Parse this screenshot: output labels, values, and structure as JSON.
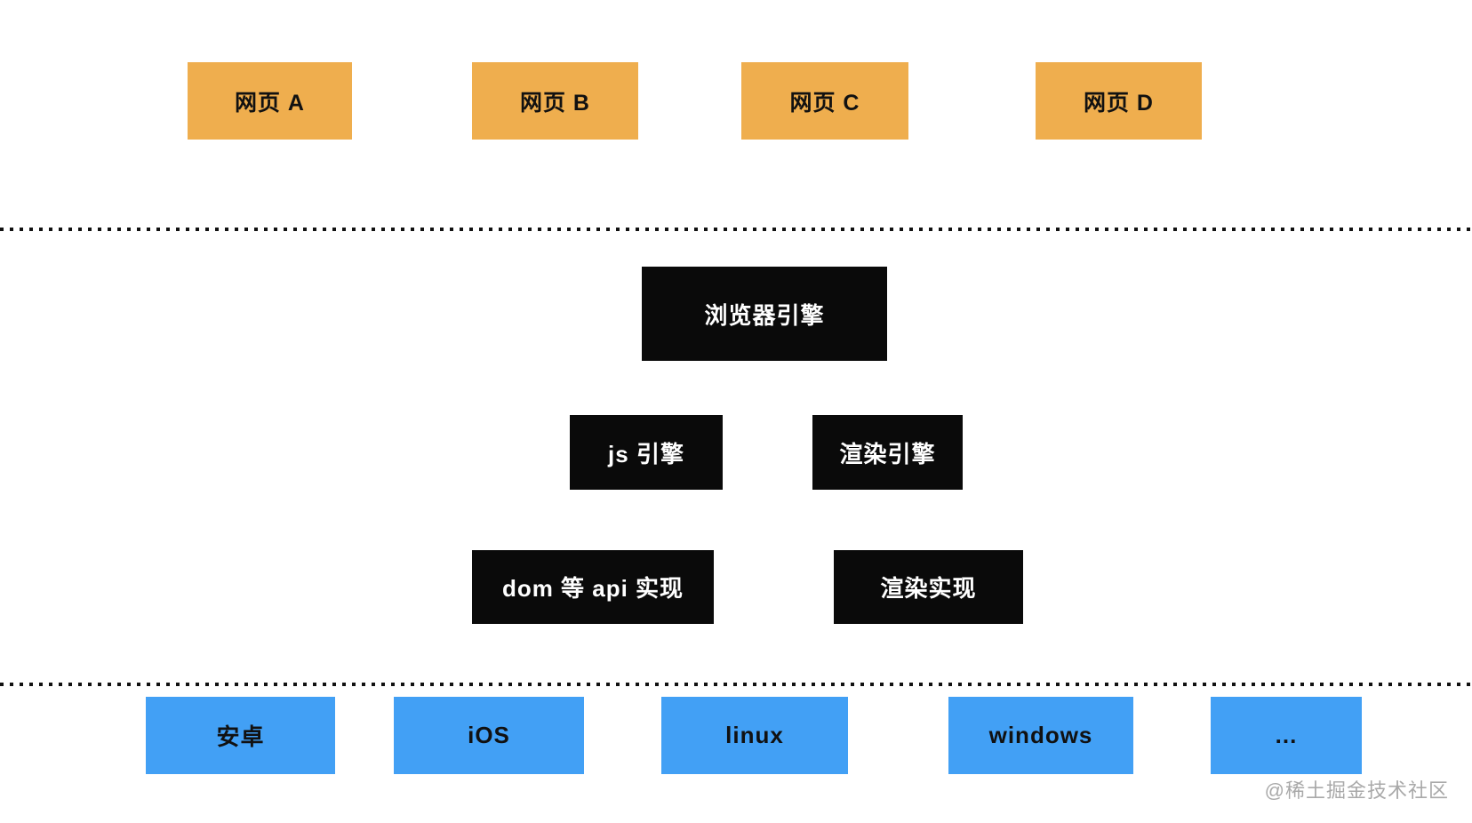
{
  "webpages": [
    {
      "label": "网页 A"
    },
    {
      "label": "网页 B"
    },
    {
      "label": "网页 C"
    },
    {
      "label": "网页 D"
    }
  ],
  "browser_engine": {
    "label": "浏览器引擎"
  },
  "engines": [
    {
      "label": "js 引擎"
    },
    {
      "label": "渲染引擎"
    }
  ],
  "implementations": [
    {
      "label": "dom 等 api 实现"
    },
    {
      "label": "渲染实现"
    }
  ],
  "platforms": [
    {
      "label": "安卓"
    },
    {
      "label": "iOS"
    },
    {
      "label": "linux"
    },
    {
      "label": "windows"
    },
    {
      "label": "..."
    }
  ],
  "watermark": {
    "label": "@稀土掘金技术社区"
  },
  "colors": {
    "webpage_box": "#efae4e",
    "engine_box": "#0a0a0a",
    "engine_text": "#ffffff",
    "platform_box": "#42a0f5",
    "node_text": "#111111",
    "dotted_line": "#111111",
    "watermark_text": "#a9a9a9",
    "background": "#ffffff"
  }
}
